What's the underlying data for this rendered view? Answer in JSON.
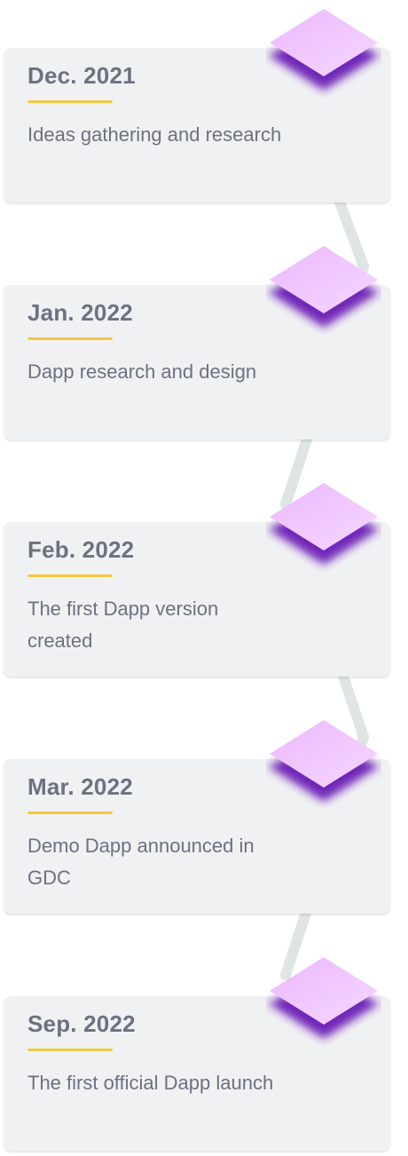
{
  "timeline": {
    "milestones": [
      {
        "date": "Dec. 2021",
        "description": "Ideas gathering and research"
      },
      {
        "date": "Jan. 2022",
        "description": "Dapp research and design"
      },
      {
        "date": "Feb. 2022",
        "description": "The first Dapp version created"
      },
      {
        "date": "Mar. 2022",
        "description": "Demo Dapp announced in GDC"
      },
      {
        "date": "Sep. 2022",
        "description": "The first official Dapp launch"
      }
    ]
  },
  "colors": {
    "card_background": "#f0f1f3",
    "text": "#6b7280",
    "underline_accent": "#f5c842",
    "gem_light": "#f1c7ff",
    "gem_dark": "#7a2fc0",
    "connector": "#dfe4e4"
  },
  "icons": {
    "milestone_marker": "purple-gem-icon"
  }
}
